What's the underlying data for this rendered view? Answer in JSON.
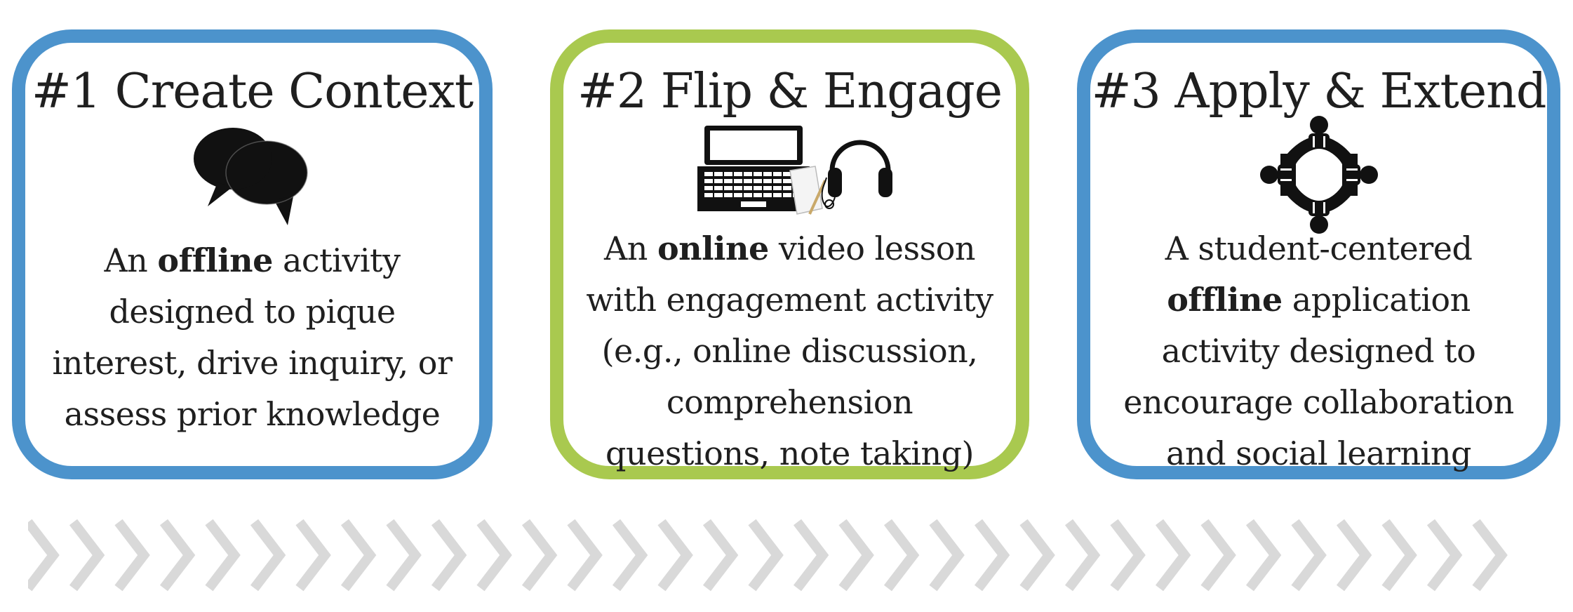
{
  "colors": {
    "blue_border": "#4c93cc",
    "green_border": "#a9c94f",
    "arrow_gray": "#d9d9d9",
    "icon": "#111111"
  },
  "cards": [
    {
      "title": "#1 Create Context",
      "icon": "speech-bubbles-icon",
      "border_color": "#4c93cc",
      "lines": [
        [
          {
            "t": "An ",
            "b": false
          },
          {
            "t": "offline",
            "b": true
          },
          {
            "t": " activity",
            "b": false
          }
        ],
        [
          {
            "t": "designed to pique",
            "b": false
          }
        ],
        [
          {
            "t": "interest, drive inquiry, or",
            "b": false
          }
        ],
        [
          {
            "t": "assess prior knowledge",
            "b": false
          }
        ]
      ]
    },
    {
      "title": "#2 Flip & Engage",
      "icon": "laptop-headphones-icon",
      "border_color": "#a9c94f",
      "lines": [
        [
          {
            "t": "An ",
            "b": false
          },
          {
            "t": "online",
            "b": true
          },
          {
            "t": " video lesson",
            "b": false
          }
        ],
        [
          {
            "t": "with engagement activity",
            "b": false
          }
        ],
        [
          {
            "t": "(e.g., online discussion,",
            "b": false
          }
        ],
        [
          {
            "t": "comprehension",
            "b": false
          }
        ],
        [
          {
            "t": "questions, note taking)",
            "b": false
          }
        ]
      ]
    },
    {
      "title": "#3 Apply & Extend",
      "icon": "group-collaboration-icon",
      "border_color": "#4c93cc",
      "lines": [
        [
          {
            "t": "A student-centered",
            "b": false
          }
        ],
        [
          {
            "t": "offline",
            "b": true
          },
          {
            "t": " application",
            "b": false
          }
        ],
        [
          {
            "t": "activity designed to",
            "b": false
          }
        ],
        [
          {
            "t": "encourage collaboration",
            "b": false
          }
        ],
        [
          {
            "t": "and social learning",
            "b": false
          }
        ]
      ]
    }
  ],
  "arrow_strip": {
    "chevron_count": 33,
    "icon": "chevron-right-icon"
  }
}
